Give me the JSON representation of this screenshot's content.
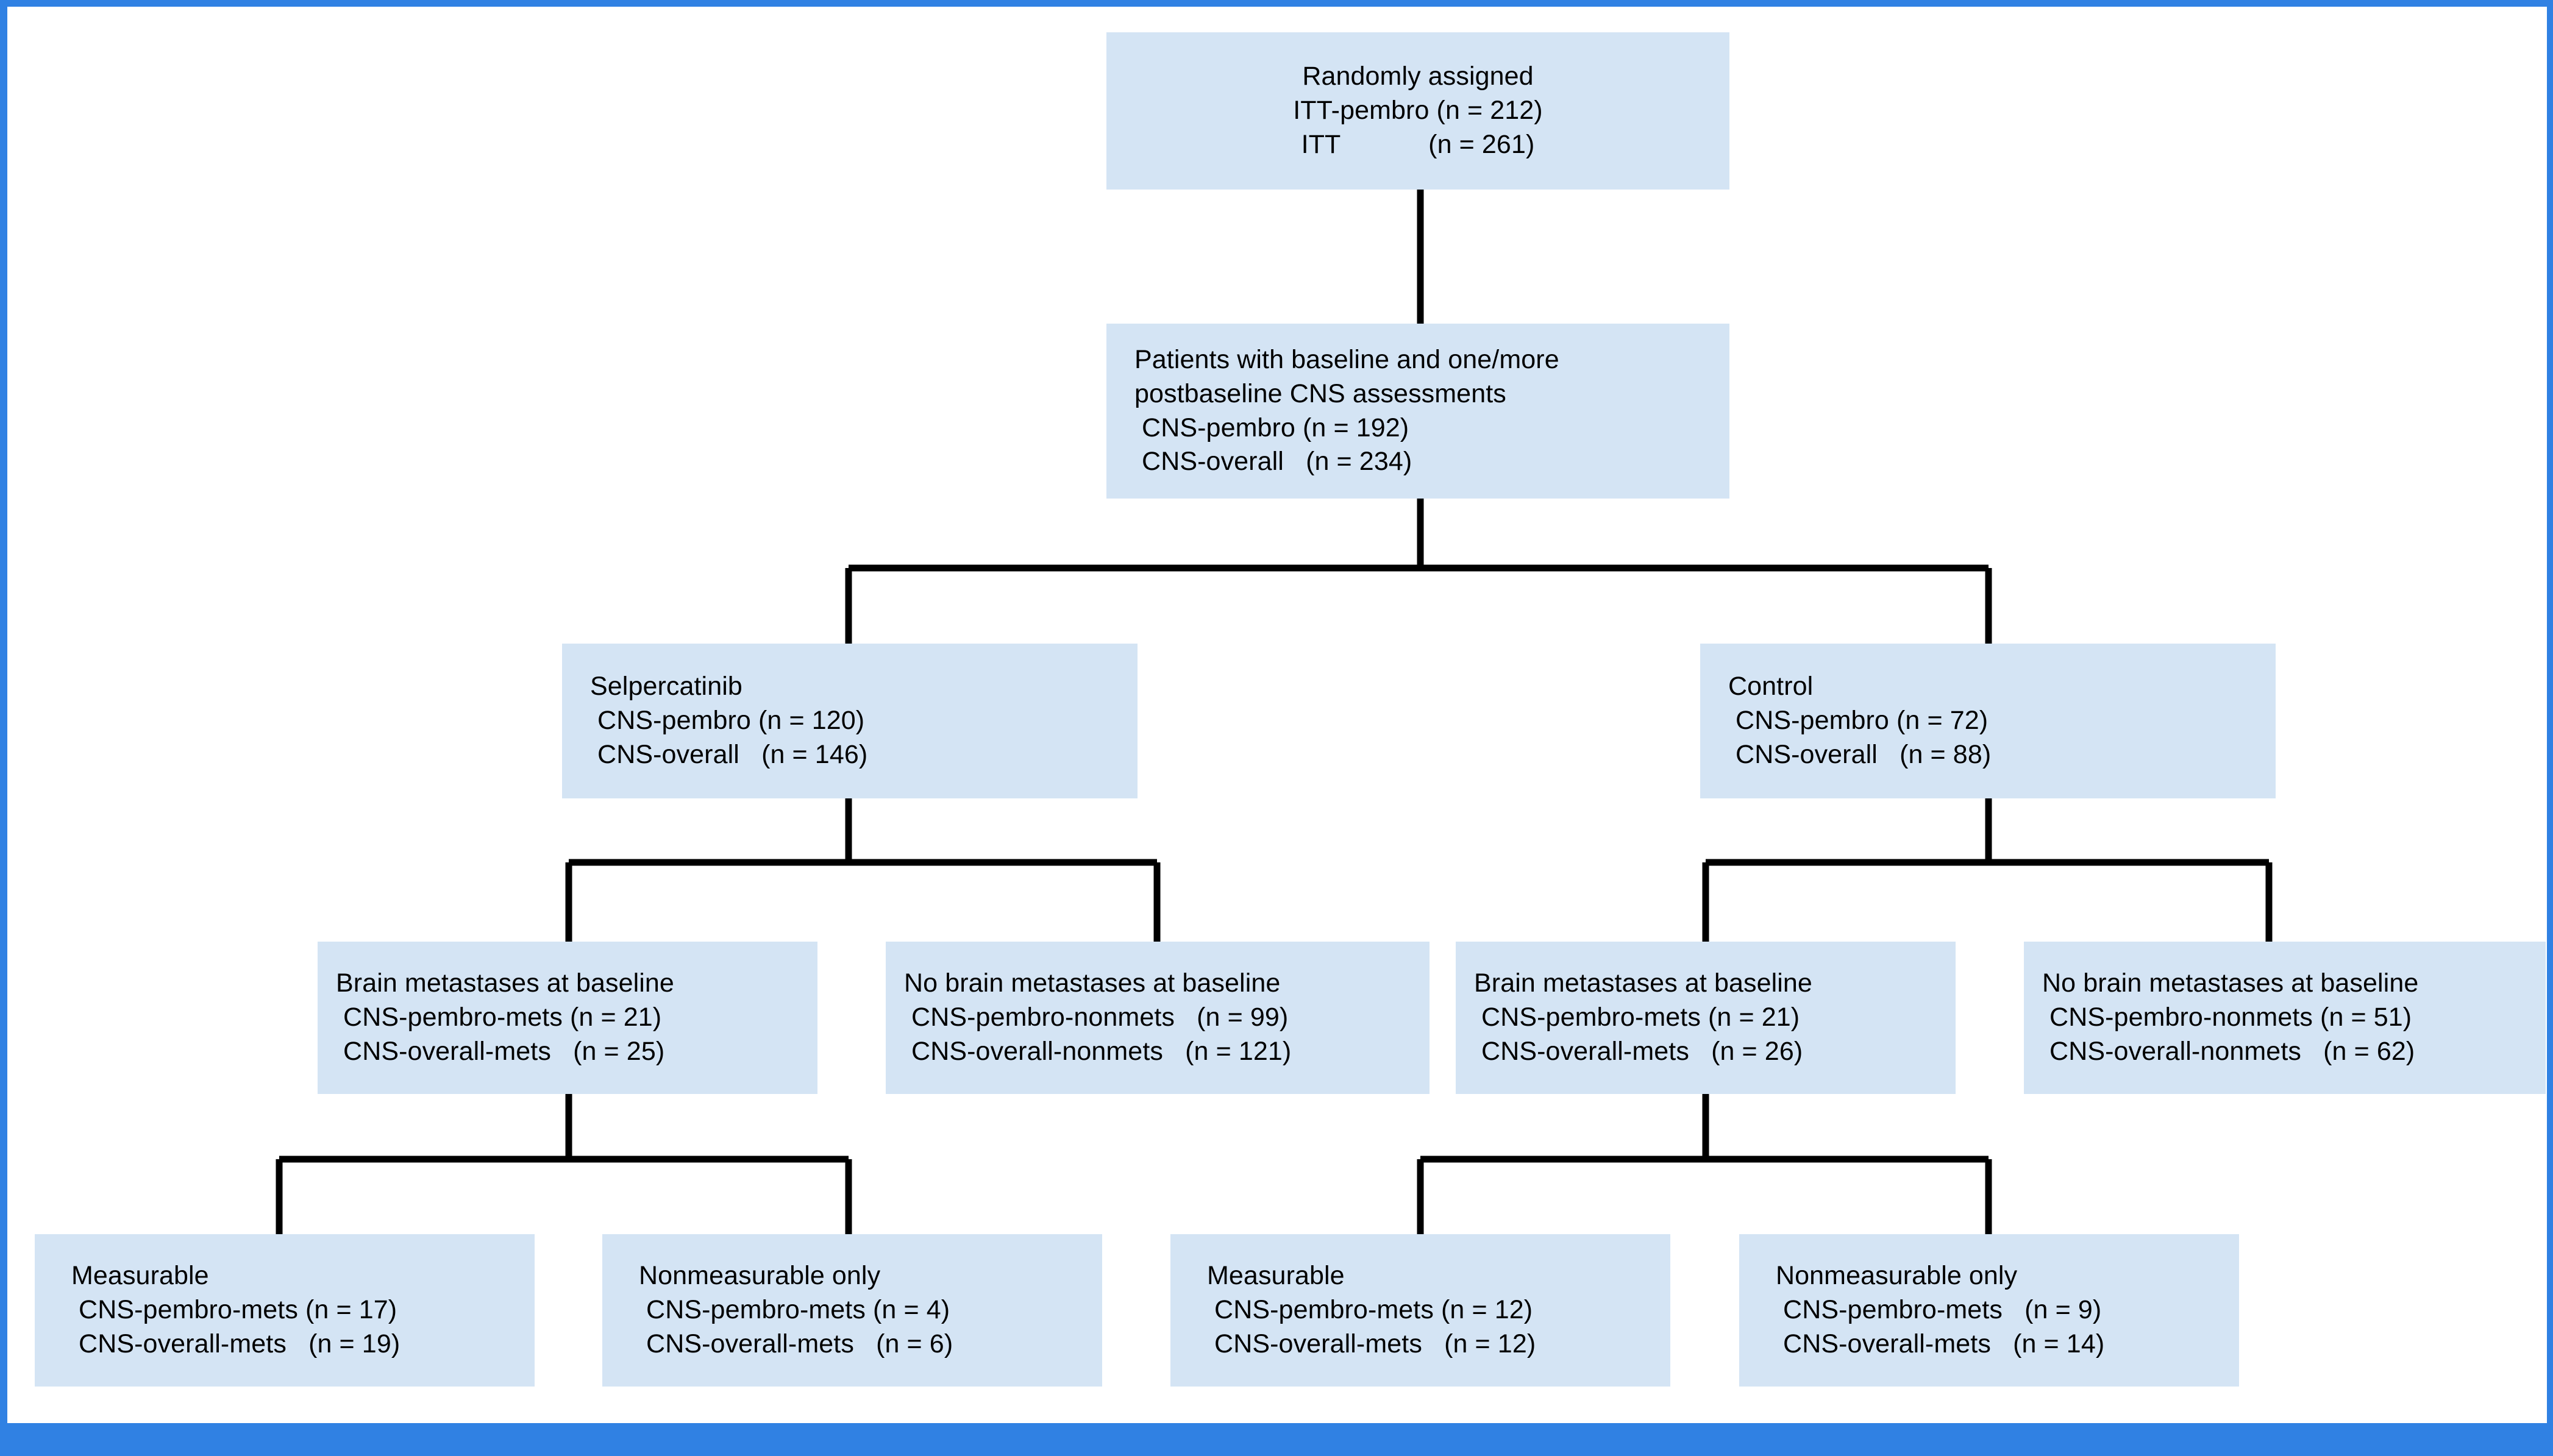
{
  "figure": {
    "type": "flow-diagram",
    "title": "CONSORT-style patient disposition flow diagram",
    "frame_color": "#3081e3",
    "box_fill": "#d4e4f4",
    "line_color": "#000000",
    "text_color": "#000000"
  },
  "nodes": {
    "randomized": {
      "id": "randomized",
      "level": 1,
      "lines": [
        "Randomly assigned",
        "ITT-pembro (n = 212)",
        "ITT            (n = 261)"
      ],
      "align": "center",
      "counts": {
        "ITT-pembro": 212,
        "ITT": 261
      }
    },
    "assessed": {
      "id": "assessed",
      "level": 2,
      "lines": [
        "Patients with baseline and one/more",
        "postbaseline CNS assessments",
        " CNS-pembro (n = 192)",
        " CNS-overall   (n = 234)"
      ],
      "align": "left",
      "counts": {
        "CNS-pembro": 192,
        "CNS-overall": 234
      }
    },
    "selpercatinib": {
      "id": "selpercatinib",
      "level": 3,
      "lines": [
        "Selpercatinib",
        " CNS-pembro (n = 120)",
        " CNS-overall   (n = 146)"
      ],
      "align": "left",
      "counts": {
        "CNS-pembro": 120,
        "CNS-overall": 146
      }
    },
    "control": {
      "id": "control",
      "level": 3,
      "lines": [
        "Control",
        " CNS-pembro (n = 72)",
        " CNS-overall   (n = 88)"
      ],
      "align": "left",
      "counts": {
        "CNS-pembro": 72,
        "CNS-overall": 88
      }
    },
    "selp_mets": {
      "id": "selp_mets",
      "level": 4,
      "lines": [
        "Brain metastases at baseline",
        " CNS-pembro-mets (n = 21)",
        " CNS-overall-mets   (n = 25)"
      ],
      "align": "left",
      "counts": {
        "CNS-pembro-mets": 21,
        "CNS-overall-mets": 25
      }
    },
    "selp_nonmets": {
      "id": "selp_nonmets",
      "level": 4,
      "lines": [
        "No brain metastases at baseline",
        " CNS-pembro-nonmets   (n = 99)",
        " CNS-overall-nonmets   (n = 121)"
      ],
      "align": "left",
      "counts": {
        "CNS-pembro-nonmets": 99,
        "CNS-overall-nonmets": 121
      }
    },
    "ctrl_mets": {
      "id": "ctrl_mets",
      "level": 4,
      "lines": [
        "Brain metastases at baseline",
        " CNS-pembro-mets (n = 21)",
        " CNS-overall-mets   (n = 26)"
      ],
      "align": "left",
      "counts": {
        "CNS-pembro-mets": 21,
        "CNS-overall-mets": 26
      }
    },
    "ctrl_nonmets": {
      "id": "ctrl_nonmets",
      "level": 4,
      "lines": [
        "No brain metastases at baseline",
        " CNS-pembro-nonmets (n = 51)",
        " CNS-overall-nonmets   (n = 62)"
      ],
      "align": "left",
      "counts": {
        "CNS-pembro-nonmets": 51,
        "CNS-overall-nonmets": 62
      }
    },
    "selp_measurable": {
      "id": "selp_measurable",
      "level": 5,
      "lines": [
        "Measurable",
        " CNS-pembro-mets (n = 17)",
        " CNS-overall-mets   (n = 19)"
      ],
      "align": "left",
      "counts": {
        "CNS-pembro-mets": 17,
        "CNS-overall-mets": 19
      }
    },
    "selp_nonmeasurable": {
      "id": "selp_nonmeasurable",
      "level": 5,
      "lines": [
        "Nonmeasurable only",
        " CNS-pembro-mets (n = 4)",
        " CNS-overall-mets   (n = 6)"
      ],
      "align": "left",
      "counts": {
        "CNS-pembro-mets": 4,
        "CNS-overall-mets": 6
      }
    },
    "ctrl_measurable": {
      "id": "ctrl_measurable",
      "level": 5,
      "lines": [
        "Measurable",
        " CNS-pembro-mets (n = 12)",
        " CNS-overall-mets   (n = 12)"
      ],
      "align": "left",
      "counts": {
        "CNS-pembro-mets": 12,
        "CNS-overall-mets": 12
      }
    },
    "ctrl_nonmeasurable": {
      "id": "ctrl_nonmeasurable",
      "level": 5,
      "lines": [
        "Nonmeasurable only",
        " CNS-pembro-mets   (n = 9)",
        " CNS-overall-mets   (n = 14)"
      ],
      "align": "left",
      "counts": {
        "CNS-pembro-mets": 9,
        "CNS-overall-mets": 14
      }
    }
  },
  "edges": [
    {
      "from": "randomized",
      "to": "assessed",
      "kind": "vertical"
    },
    {
      "from": "assessed",
      "to": "selpercatinib",
      "kind": "split"
    },
    {
      "from": "assessed",
      "to": "control",
      "kind": "split"
    },
    {
      "from": "selpercatinib",
      "to": "selp_mets",
      "kind": "split"
    },
    {
      "from": "selpercatinib",
      "to": "selp_nonmets",
      "kind": "split"
    },
    {
      "from": "control",
      "to": "ctrl_mets",
      "kind": "split"
    },
    {
      "from": "control",
      "to": "ctrl_nonmets",
      "kind": "split"
    },
    {
      "from": "selp_mets",
      "to": "selp_measurable",
      "kind": "split"
    },
    {
      "from": "selp_mets",
      "to": "selp_nonmeasurable",
      "kind": "split"
    },
    {
      "from": "ctrl_mets",
      "to": "ctrl_measurable",
      "kind": "split"
    },
    {
      "from": "ctrl_mets",
      "to": "ctrl_nonmeasurable",
      "kind": "split"
    }
  ]
}
